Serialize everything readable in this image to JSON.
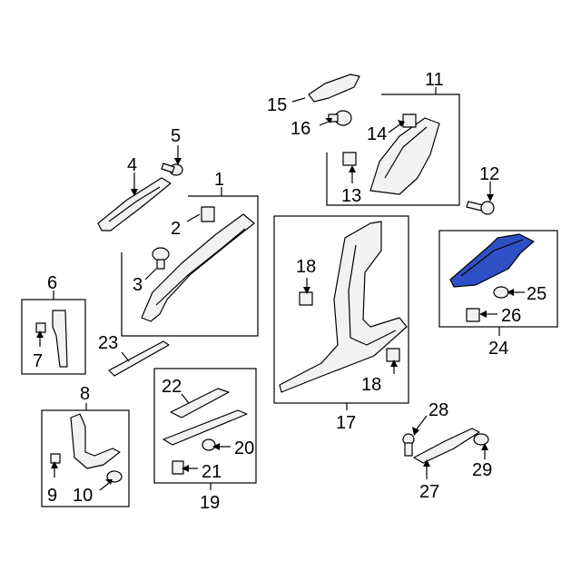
{
  "labels": {
    "l1": "1",
    "l2": "2",
    "l3": "3",
    "l4": "4",
    "l5": "5",
    "l6": "6",
    "l7": "7",
    "l8": "8",
    "l9": "9",
    "l10": "10",
    "l11": "11",
    "l12": "12",
    "l13": "13",
    "l14": "14",
    "l15": "15",
    "l16": "16",
    "l17": "17",
    "l18a": "18",
    "l18b": "18",
    "l19": "19",
    "l20": "20",
    "l21": "21",
    "l22": "22",
    "l23": "23",
    "l24": "24",
    "l25": "25",
    "l26": "26",
    "l27": "27",
    "l28": "28",
    "l29": "29"
  },
  "colors": {
    "highlight": "#2f4fc4",
    "line": "#000000",
    "part_fill": "#f2f2f2"
  }
}
